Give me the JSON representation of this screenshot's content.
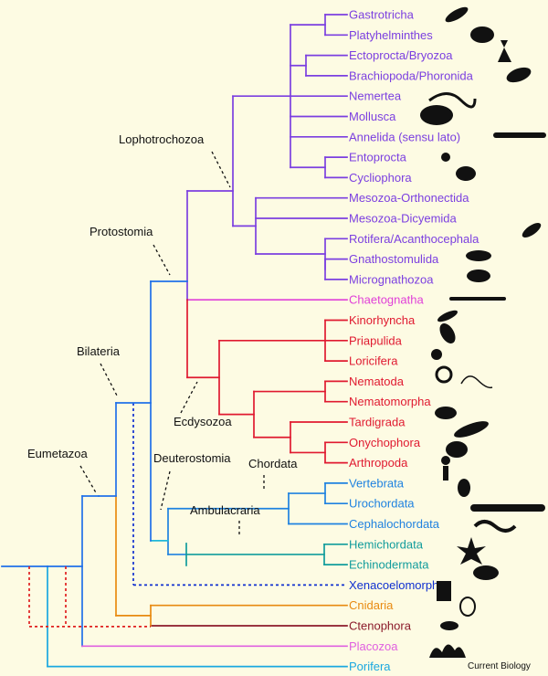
{
  "colors": {
    "background": "#fdfbe3",
    "lophotrochozoa": "#7b3fe0",
    "chaetognatha": "#e040d8",
    "ecdysozoa": "#e01a30",
    "chordata": "#1f82e0",
    "ambulacraria": "#119c9c",
    "xenacoelomorpha": "#1030d0",
    "cnidaria": "#e88a10",
    "ctenophora": "#8b1a2a",
    "placozoa": "#e060e0",
    "porifera": "#1aa8e0",
    "protostomia": "#2070e8",
    "basal": "#e02020",
    "black": "#111111"
  },
  "taxa": [
    {
      "name": "Gastrotricha",
      "group": "lophotrochozoa",
      "silhouette": "gastrotrich-silhouette"
    },
    {
      "name": "Platyhelminthes",
      "group": "lophotrochozoa",
      "silhouette": "flatworm-silhouette"
    },
    {
      "name": "Ectoprocta/Bryozoa",
      "group": "lophotrochozoa",
      "silhouette": "bryozoan-silhouette"
    },
    {
      "name": "Brachiopoda/Phoronida",
      "group": "lophotrochozoa",
      "silhouette": "brachiopod-silhouette"
    },
    {
      "name": "Nemertea",
      "group": "lophotrochozoa",
      "silhouette": "ribbon-worm-silhouette"
    },
    {
      "name": "Mollusca",
      "group": "lophotrochozoa",
      "silhouette": "snail-silhouette"
    },
    {
      "name": "Annelida (sensu lato)",
      "group": "lophotrochozoa",
      "silhouette": "annelid-silhouette"
    },
    {
      "name": "Entoprocta",
      "group": "lophotrochozoa",
      "silhouette": "entoproct-silhouette"
    },
    {
      "name": "Cycliophora",
      "group": "lophotrochozoa",
      "silhouette": "cycliophoran-silhouette"
    },
    {
      "name": "Mesozoa-Orthonectida",
      "group": "lophotrochozoa",
      "silhouette": ""
    },
    {
      "name": "Mesozoa-Dicyemida",
      "group": "lophotrochozoa",
      "silhouette": ""
    },
    {
      "name": "Rotifera/Acanthocephala",
      "group": "lophotrochozoa",
      "silhouette": "rotifer-silhouette"
    },
    {
      "name": "Gnathostomulida",
      "group": "lophotrochozoa",
      "silhouette": "gnathostomulid-silhouette"
    },
    {
      "name": "Micrognathozoa",
      "group": "lophotrochozoa",
      "silhouette": "micrognathozoan-silhouette"
    },
    {
      "name": "Chaetognatha",
      "group": "chaetognatha",
      "silhouette": "arrow-worm-silhouette"
    },
    {
      "name": "Kinorhyncha",
      "group": "ecdysozoa",
      "silhouette": "kinorhynch-silhouette"
    },
    {
      "name": "Priapulida",
      "group": "ecdysozoa",
      "silhouette": "priapulid-silhouette"
    },
    {
      "name": "Loricifera",
      "group": "ecdysozoa",
      "silhouette": "loriciferan-silhouette"
    },
    {
      "name": "Nematoda",
      "group": "ecdysozoa",
      "silhouette": "nematode-silhouette"
    },
    {
      "name": "Nematomorpha",
      "group": "ecdysozoa",
      "silhouette": "horsehair-worm-silhouette"
    },
    {
      "name": "Tardigrada",
      "group": "ecdysozoa",
      "silhouette": "tardigrade-silhouette"
    },
    {
      "name": "Onychophora",
      "group": "ecdysozoa",
      "silhouette": "velvet-worm-silhouette"
    },
    {
      "name": "Arthropoda",
      "group": "ecdysozoa",
      "silhouette": "fly-silhouette"
    },
    {
      "name": "Vertebrata",
      "group": "chordata",
      "silhouette": "human-silhouette"
    },
    {
      "name": "Urochordata",
      "group": "chordata",
      "silhouette": "tunicate-silhouette"
    },
    {
      "name": "Cephalochordata",
      "group": "chordata",
      "silhouette": "lancelet-silhouette"
    },
    {
      "name": "Hemichordata",
      "group": "ambulacraria",
      "silhouette": "acorn-worm-silhouette"
    },
    {
      "name": "Echinodermata",
      "group": "ambulacraria",
      "silhouette": "starfish-silhouette"
    },
    {
      "name": "Xenacoelomorpha",
      "group": "xenacoelomorpha",
      "silhouette": "acoel-silhouette"
    },
    {
      "name": "Cnidaria",
      "group": "cnidaria",
      "silhouette": "anemone-silhouette"
    },
    {
      "name": "Ctenophora",
      "group": "ctenophora",
      "silhouette": "comb-jelly-silhouette"
    },
    {
      "name": "Placozoa",
      "group": "placozoa",
      "silhouette": "placozoan-silhouette"
    },
    {
      "name": "Porifera",
      "group": "porifera",
      "silhouette": "sponge-silhouette"
    }
  ],
  "clades": {
    "lophotrochozoa": "Lophotrochozoa",
    "protostomia": "Protostomia",
    "bilateria": "Bilateria",
    "ecdysozoa": "Ecdysozoa",
    "eumetazoa": "Eumetazoa",
    "deuterostomia": "Deuterostomia",
    "chordata": "Chordata",
    "ambulacraria": "Ambulacraria"
  },
  "credit": "Current Biology"
}
